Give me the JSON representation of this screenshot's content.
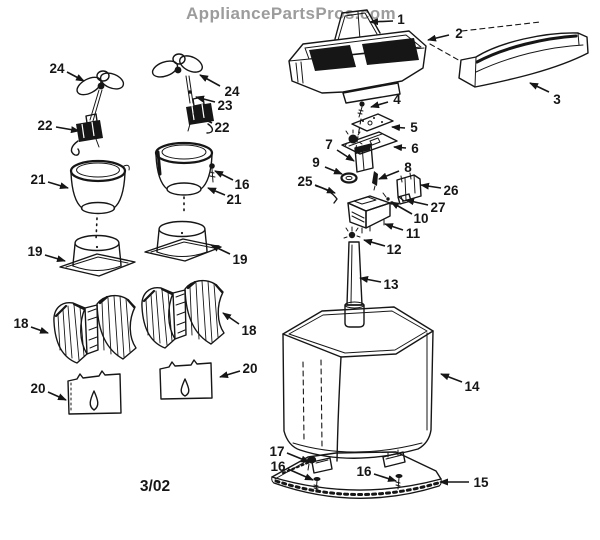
{
  "watermark": {
    "text": "AppliancePartsPros.com",
    "color": "#9c9c9c"
  },
  "footer": {
    "date_code": "3/02"
  },
  "diagram": {
    "ink_color": "#161616",
    "background_color": "#ffffff",
    "callouts": [
      {
        "id": "callout-1",
        "label": "1"
      },
      {
        "id": "callout-2",
        "label": "2"
      },
      {
        "id": "callout-3",
        "label": "3"
      },
      {
        "id": "callout-4",
        "label": "4"
      },
      {
        "id": "callout-5",
        "label": "5"
      },
      {
        "id": "callout-6",
        "label": "6"
      },
      {
        "id": "callout-7",
        "label": "7"
      },
      {
        "id": "callout-8",
        "label": "8"
      },
      {
        "id": "callout-9",
        "label": "9"
      },
      {
        "id": "callout-25",
        "label": "25"
      },
      {
        "id": "callout-26",
        "label": "26"
      },
      {
        "id": "callout-27",
        "label": "27"
      },
      {
        "id": "callout-10",
        "label": "10"
      },
      {
        "id": "callout-11",
        "label": "11"
      },
      {
        "id": "callout-12",
        "label": "12"
      },
      {
        "id": "callout-13",
        "label": "13"
      },
      {
        "id": "callout-14",
        "label": "14"
      },
      {
        "id": "callout-15",
        "label": "15"
      },
      {
        "id": "callout-16-base-left",
        "label": "16"
      },
      {
        "id": "callout-17",
        "label": "17"
      },
      {
        "id": "callout-16-base-mid",
        "label": "16"
      },
      {
        "id": "callout-16-cup",
        "label": "16"
      },
      {
        "id": "callout-21-left",
        "label": "21"
      },
      {
        "id": "callout-21-right",
        "label": "21"
      },
      {
        "id": "callout-19-left",
        "label": "19"
      },
      {
        "id": "callout-19-right",
        "label": "19"
      },
      {
        "id": "callout-18-left",
        "label": "18"
      },
      {
        "id": "callout-18-right",
        "label": "18"
      },
      {
        "id": "callout-20-left",
        "label": "20"
      },
      {
        "id": "callout-20-right",
        "label": "20"
      },
      {
        "id": "callout-22-left",
        "label": "22"
      },
      {
        "id": "callout-22-right",
        "label": "22"
      },
      {
        "id": "callout-23",
        "label": "23"
      },
      {
        "id": "callout-24-left",
        "label": "24"
      },
      {
        "id": "callout-24-right",
        "label": "24"
      }
    ]
  }
}
